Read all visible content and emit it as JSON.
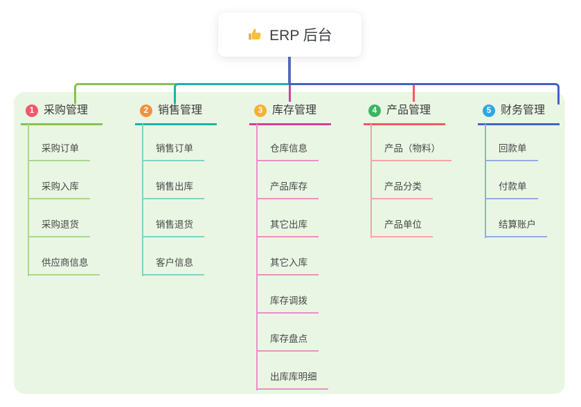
{
  "root": {
    "label": "ERP 后台",
    "icon": "thumbs-up-icon"
  },
  "branches": [
    {
      "id": "1",
      "label": "采购管理",
      "badge_color": "#f4566e",
      "line_color": "#86c24e",
      "light_line_color": "#abd787",
      "children": [
        "采购订单",
        "采购入库",
        "采购退货",
        "供应商信息"
      ]
    },
    {
      "id": "2",
      "label": "销售管理",
      "badge_color": "#f68f3e",
      "line_color": "#1db1a8",
      "light_line_color": "#7fd2c8",
      "children": [
        "销售订单",
        "销售出库",
        "销售退货",
        "客户信息"
      ]
    },
    {
      "id": "3",
      "label": "库存管理",
      "badge_color": "#f6b133",
      "line_color": "#d23f9d",
      "light_line_color": "#e98fc8",
      "children": [
        "仓库信息",
        "产品库存",
        "其它出库",
        "其它入库",
        "库存调拨",
        "库存盘点",
        "出库库明细"
      ]
    },
    {
      "id": "4",
      "label": "产品管理",
      "badge_color": "#3db563",
      "line_color": "#f25862",
      "light_line_color": "#f8a3a8",
      "children": [
        "产品（物料）",
        "产品分类",
        "产品单位"
      ]
    },
    {
      "id": "5",
      "label": "财务管理",
      "badge_color": "#2da7e0",
      "line_color": "#4263c6",
      "light_line_color": "#96abdf",
      "children": [
        "回款单",
        "付款单",
        "结算账户"
      ]
    }
  ],
  "palette": {
    "canvas_bg": "#ffffff",
    "panel_bg": "#e9f6e3",
    "root_stem_color": "#5868c6"
  }
}
